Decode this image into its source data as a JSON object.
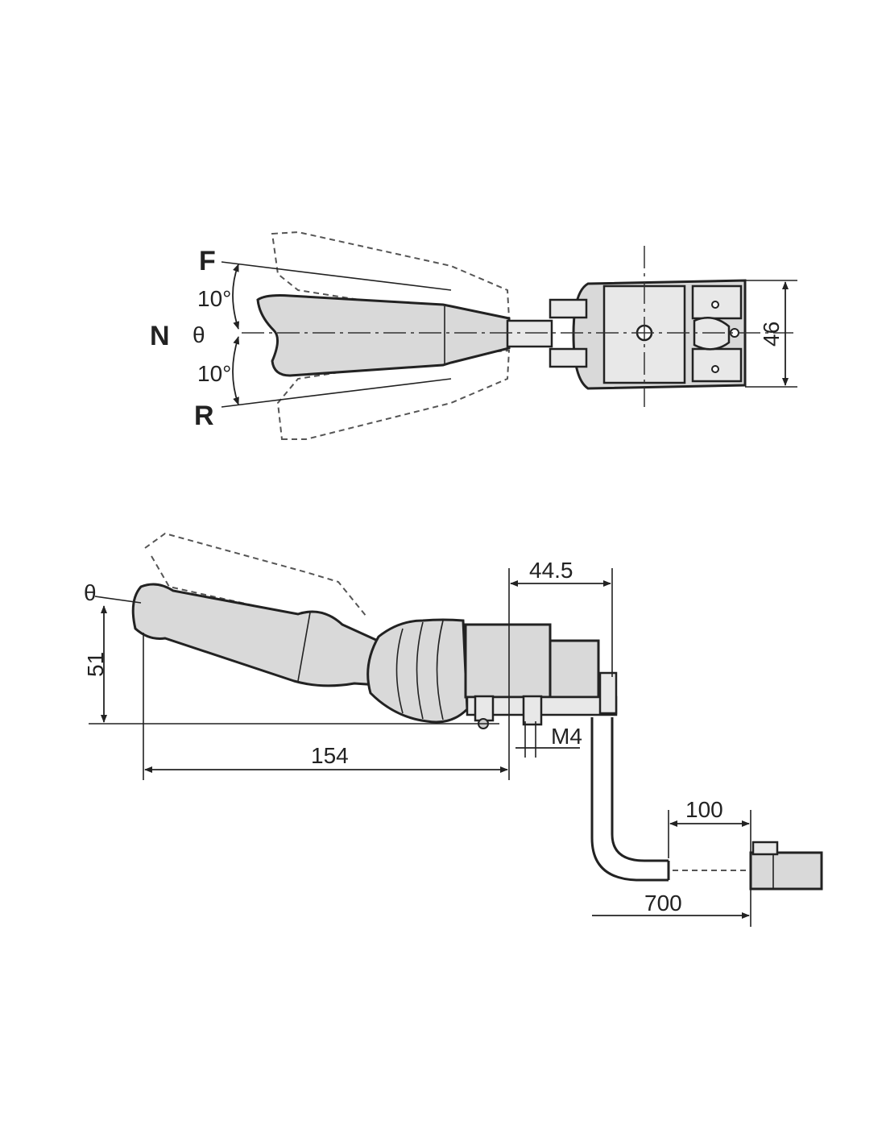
{
  "top_view": {
    "positions": [
      "F",
      "N",
      "R"
    ],
    "angle_up": "10°",
    "angle_down": "10°",
    "theta": "θ",
    "width_dim": "46"
  },
  "side_view": {
    "theta": "θ",
    "height_dim": "51",
    "length_dim": "154",
    "body_dim": "44.5",
    "thread": "M4",
    "cable_dim": "700",
    "connector_dim": "100"
  }
}
